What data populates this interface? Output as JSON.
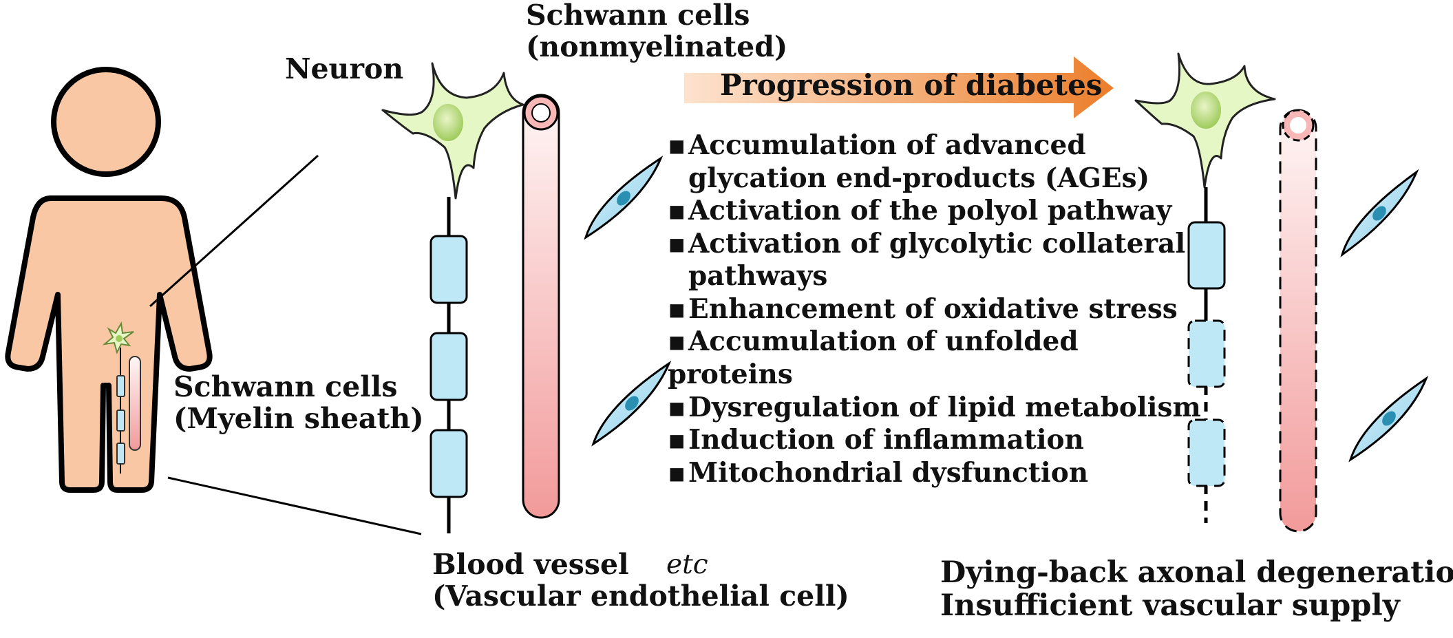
{
  "labels": {
    "neuron": "Neuron",
    "schwann_nonmyelinated_line1": "Schwann cells",
    "schwann_nonmyelinated_line2": "(nonmyelinated)",
    "schwann_myelin_line1": "Schwann cells",
    "schwann_myelin_line2": "(Myelin sheath)",
    "blood_vessel_line1": "Blood vessel",
    "blood_vessel_line2": "(Vascular endothelial cell)",
    "progression": "Progression of diabetes",
    "outcome_line1": "Dying-back axonal degeneration",
    "outcome_line2": "Insufficient vascular supply"
  },
  "mechanisms": [
    {
      "bullet": "▪",
      "lines": [
        "Accumulation of advanced",
        "glycation end-products (AGEs)"
      ]
    },
    {
      "bullet": "▪",
      "lines": [
        "Activation of the polyol pathway"
      ]
    },
    {
      "bullet": "▪",
      "lines": [
        "Activation of glycolytic collateral",
        "pathways"
      ]
    },
    {
      "bullet": "▪",
      "lines": [
        "Enhancement of oxidative stress"
      ]
    },
    {
      "bullet": "▪",
      "lines": [
        "Accumulation of unfolded",
        "proteins"
      ]
    },
    {
      "bullet": "▪",
      "lines": [
        "Dysregulation of lipid metabolism"
      ]
    },
    {
      "bullet": "▪",
      "lines": [
        "Induction of inflammation"
      ]
    },
    {
      "bullet": "▪",
      "lines": [
        "Mitochondrial dysfunction"
      ]
    }
  ],
  "etc": "etc",
  "colors": {
    "skin": "#f9c7a4",
    "neuron_body": "#e5f7c4",
    "nucleus": "#b5d97a",
    "schwann": "#bfe8f6",
    "vessel_top": "#fff2f2",
    "vessel_bottom": "#f29a9a",
    "endothelial": "#a9dcf0",
    "arrow": "#ef8c3f"
  }
}
